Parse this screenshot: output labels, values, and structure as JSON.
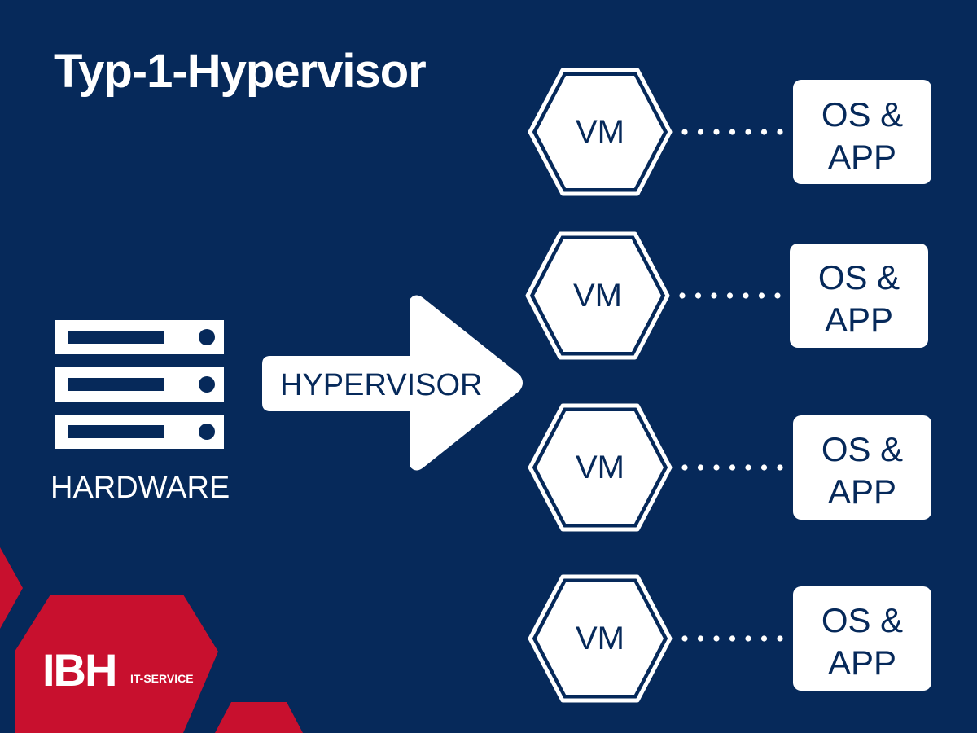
{
  "title": "Typ-1-Hypervisor",
  "hardware": {
    "label": "HARDWARE"
  },
  "arrow": {
    "label": "HYPERVISOR"
  },
  "vms": [
    {
      "vm_label": "VM",
      "os_line1": "OS &",
      "os_line2": "APP"
    },
    {
      "vm_label": "VM",
      "os_line1": "OS &",
      "os_line2": "APP"
    },
    {
      "vm_label": "VM",
      "os_line1": "OS &",
      "os_line2": "APP"
    },
    {
      "vm_label": "VM",
      "os_line1": "OS &",
      "os_line2": "APP"
    }
  ],
  "logo": {
    "brand": "IBH",
    "sub": "IT-SERVICE"
  },
  "colors": {
    "background": "#06295a",
    "accent": "#c8102e",
    "foreground": "#ffffff"
  }
}
